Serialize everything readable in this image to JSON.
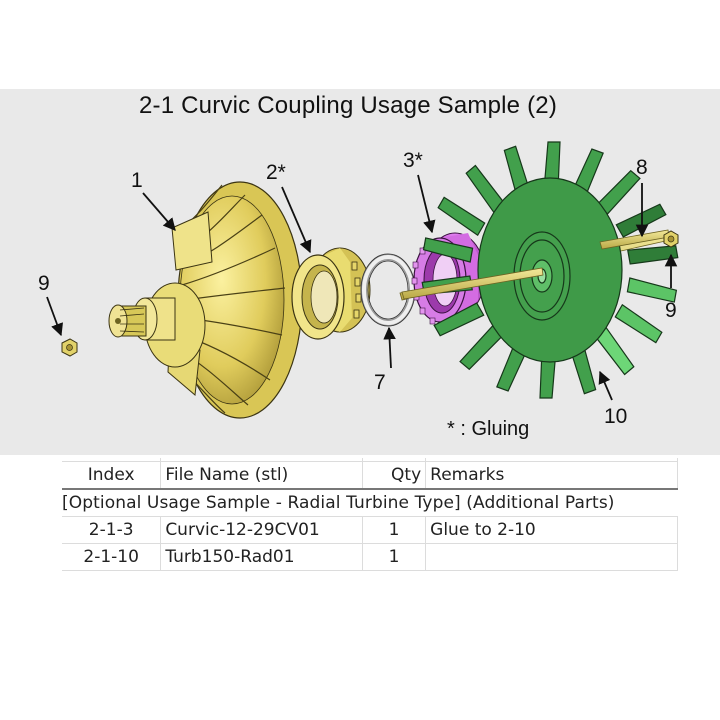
{
  "title": "2-1  Curvic Coupling Usage Sample (2)",
  "diagram": {
    "callouts": [
      {
        "id": "1",
        "label": "1",
        "part": "compressor-impeller",
        "color": "#e3d26a"
      },
      {
        "id": "2",
        "label": "2*",
        "part": "curvic-coupling-ring",
        "color": "#e8dc6e"
      },
      {
        "id": "3",
        "label": "3*",
        "part": "curvic-coupling-ring-turbine-side",
        "color": "#d770e0"
      },
      {
        "id": "7",
        "label": "7",
        "part": "spacer-ring",
        "color": "#d8d8d8"
      },
      {
        "id": "8",
        "label": "8",
        "part": "shaft",
        "color": "#d9cc5c"
      },
      {
        "id": "9a",
        "label": "9",
        "part": "nut-left",
        "color": "#d8cc66"
      },
      {
        "id": "9b",
        "label": "9",
        "part": "nut-right",
        "color": "#d8cc66"
      },
      {
        "id": "10",
        "label": "10",
        "part": "radial-turbine-wheel",
        "color": "#3f9e4a"
      }
    ],
    "legend_note": "* : Gluing"
  },
  "table": {
    "headers": {
      "index": "Index",
      "file": "File Name (stl)",
      "qty": "Qty",
      "remarks": "Remarks"
    },
    "section_label": "[Optional Usage Sample - Radial Turbine Type] (Additional Parts)",
    "rows": [
      {
        "index": "2-1-3",
        "file": "Curvic-12-29CV01",
        "qty": "1",
        "remarks": "Glue to 2-10"
      },
      {
        "index": "2-1-10",
        "file": "Turb150-Rad01",
        "qty": "1",
        "remarks": ""
      }
    ]
  }
}
